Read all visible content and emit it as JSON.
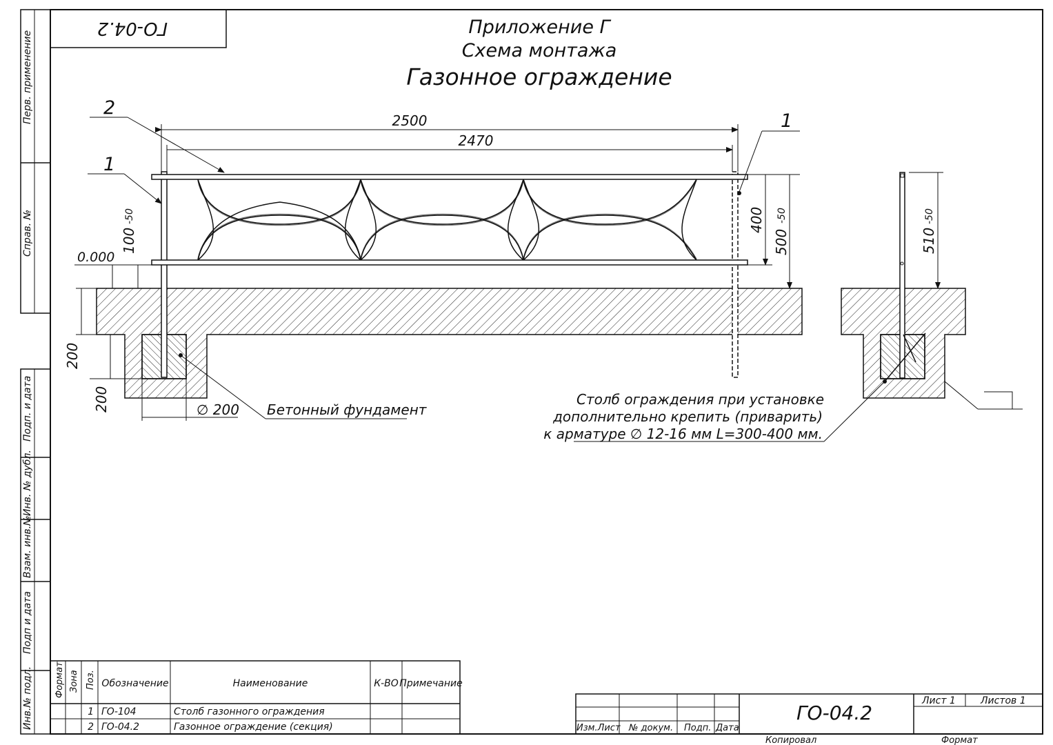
{
  "drawing_code": "ГО-04.2",
  "title": {
    "line1": "Приложение Г",
    "line2": "Схема монтажа",
    "line3": "Газонное ограждение"
  },
  "side_stamps": {
    "perv_primenenie": "Перв. применение",
    "sprav_no": "Справ. №",
    "podp_i_data_1": "Подп. и дата",
    "inv_no_dubl": "Инв. № дубл.",
    "vzam_inv_no": "Взам. инв.№",
    "podp_i_data_2": "Подп и дата",
    "inv_no_podl": "Инв.№ подл."
  },
  "callouts": {
    "pos_2": "2",
    "pos_1_left": "1",
    "pos_1_right": "1"
  },
  "dimensions": {
    "overall_length": "2500",
    "inner_length": "2470",
    "level": "0.000",
    "clearance": "100",
    "clearance_tol": "-50",
    "height_400": "400",
    "height_500": "500",
    "height_500_tol": "-50",
    "height_510": "510",
    "height_510_tol": "-50",
    "depth_200_a": "200",
    "depth_200_b": "200",
    "diameter": "∅ 200"
  },
  "notes": {
    "foundation": "Бетонный фундамент",
    "post_line1": "Столб ограждения при установке",
    "post_line2": "дополнительно крепить (приварить)",
    "post_line3": "к арматуре ∅ 12-16 мм L=300-400 мм."
  },
  "spec_table": {
    "headers": {
      "format": "Формат",
      "zone": "Зона",
      "pos": "Поз.",
      "designation": "Обозначение",
      "name": "Наименование",
      "qty": "К-ВО",
      "note": "Примечание"
    },
    "rows": [
      {
        "pos": "1",
        "designation": "ГО-104",
        "name": "Столб газонного ограждения"
      },
      {
        "pos": "2",
        "designation": "ГО-04.2",
        "name": "Газонное ограждение (секция)"
      }
    ]
  },
  "title_block": {
    "izm_list": "Изм.Лист",
    "no_dokum": "№ докум.",
    "podp": "Подп.",
    "data": "Дата",
    "code": "ГО-04.2",
    "list": "Лист 1",
    "listov": "Листов 1",
    "kopiroval": "Копировал",
    "format": "Формат"
  }
}
